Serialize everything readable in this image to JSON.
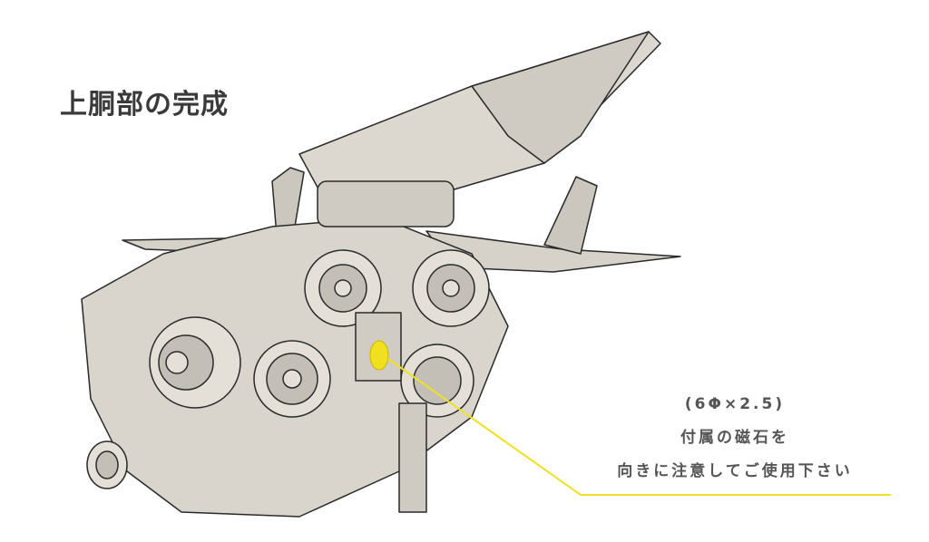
{
  "title": "上胴部の完成",
  "note": {
    "size": "(6Φ×2.5)",
    "line1": "付属の磁石を",
    "line2": "向きに注意してご使用下さい"
  },
  "colors": {
    "accent": "#f0e020",
    "text": "#3a3a3a",
    "model_fill": "#dcd8d0",
    "model_stroke": "#2a2a2a"
  }
}
